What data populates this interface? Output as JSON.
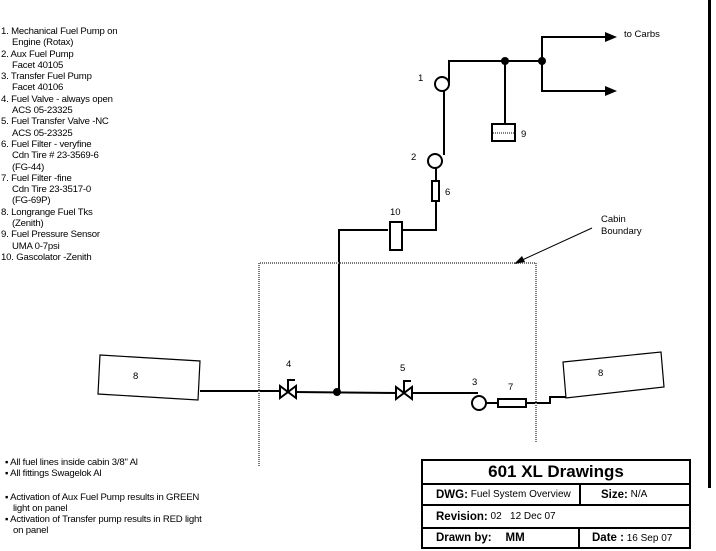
{
  "legend": [
    {
      "num": "1.",
      "line1": "Mechanical Fuel Pump on",
      "line2": "Engine (Rotax)"
    },
    {
      "num": "2.",
      "line1": "Aux Fuel Pump",
      "line2": "Facet 40105"
    },
    {
      "num": "3.",
      "line1": "Transfer Fuel Pump",
      "line2": "Facet 40106"
    },
    {
      "num": "4.",
      "line1": "Fuel Valve - always open",
      "line2": "ACS 05-23325"
    },
    {
      "num": "5.",
      "line1": "Fuel Transfer Valve -NC",
      "line2": "ACS 05-23325"
    },
    {
      "num": "6.",
      "line1": "Fuel Filter - veryfine",
      "line2": "Cdn Tire # 23-3569-6",
      "line3": "(FG-44)"
    },
    {
      "num": "7.",
      "line1": "Fuel Filter -fine",
      "line2": "Cdn Tire 23-3517-0",
      "line3": "(FG-69P)"
    },
    {
      "num": "8.",
      "line1": "Longrange Fuel Tks",
      "line2": "(Zenith)"
    },
    {
      "num": "9.",
      "line1": "Fuel Pressure Sensor",
      "line2": "UMA 0-7psi"
    },
    {
      "num": "10.",
      "line1": "Gascolator -Zenith"
    }
  ],
  "notes": {
    "group1": [
      "All fuel lines inside cabin 3/8\" Al",
      "All fittings Swagelok Al"
    ],
    "group2": [
      {
        "line1": "Activation of Aux Fuel Pump results in GREEN",
        "line2": "light on panel"
      },
      {
        "line1": "Activation of Transfer pump results in RED light",
        "line2": "on panel"
      }
    ],
    "bullet": "▪"
  },
  "diagram": {
    "to_carbs": "to Carbs",
    "cabin_boundary_line1": "Cabin",
    "cabin_boundary_line2": "Boundary",
    "labels": {
      "mech_pump": "1",
      "aux_pump": "2",
      "transfer_pump": "3",
      "valve_open": "4",
      "valve_nc": "5",
      "filter_veryfine": "6",
      "filter_fine": "7",
      "tank_left": "8",
      "tank_right": "8",
      "pressure_sensor": "9",
      "gascolator": "10"
    }
  },
  "title_block": {
    "title": "601 XL  Drawings",
    "dwg_label": "DWG:",
    "dwg_value": "Fuel System Overview",
    "size_label": "Size:",
    "size_value": "N/A",
    "revision_label": "Revision:",
    "revision_value": "02   12 Dec 07",
    "drawn_by_label": "Drawn by:",
    "drawn_by_value": "MM",
    "date_label": "Date :",
    "date_value": "16 Sep 07"
  }
}
